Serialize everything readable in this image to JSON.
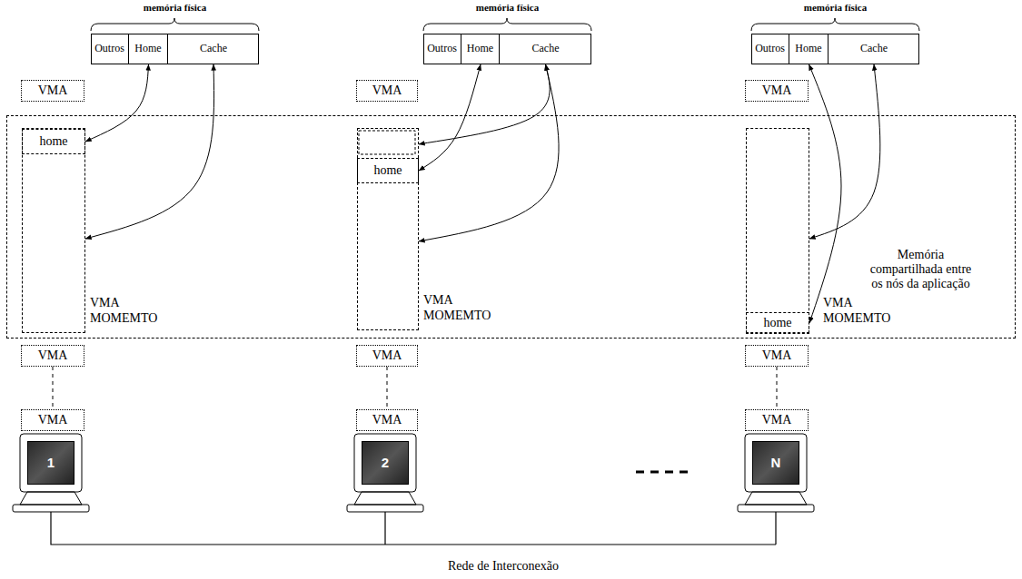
{
  "diagram": {
    "nodes": [
      {
        "text": [
          "memória física"
        ]
      },
      {
        "text": [
          "Outros"
        ],
        "in": 0
      },
      {
        "text": [
          "Home"
        ],
        "in": 0
      },
      {
        "text": [
          "Cache"
        ],
        "in": 0
      },
      {
        "text": [
          "memória física"
        ]
      },
      {
        "text": [
          "Outros"
        ],
        "in": 4
      },
      {
        "text": [
          "Home"
        ],
        "in": 4
      },
      {
        "text": [
          "Cache"
        ],
        "in": 4
      },
      {
        "text": [
          "memória física"
        ]
      },
      {
        "text": [
          "Outros"
        ],
        "in": 8
      },
      {
        "text": [
          "Home"
        ],
        "in": 8
      },
      {
        "text": [
          "Cache"
        ],
        "in": 8
      },
      {
        "text": [
          "VMA"
        ]
      },
      {
        "text": [
          "VMA"
        ]
      },
      {
        "text": [
          "VMA"
        ]
      },
      {
        "text": [
          "Memória compartilhada entre os nós da aplicação"
        ]
      },
      {
        "text": [
          "VMA MOMEMTO"
        ],
        "in": 15
      },
      {
        "text": [
          "home"
        ],
        "in": 16
      },
      {
        "text": [
          "VMA MOMEMTO"
        ],
        "in": 15
      },
      {
        "text": [
          "home"
        ],
        "in": 18
      },
      {
        "text": [
          "VMA MOMEMTO"
        ],
        "in": 15
      },
      {
        "text": [
          "home"
        ],
        "in": 20
      },
      {
        "text": [
          "VMA"
        ]
      },
      {
        "text": [
          "VMA"
        ]
      },
      {
        "text": [
          "VMA"
        ]
      },
      {
        "text": [
          "VMA"
        ]
      },
      {
        "text": [
          "VMA"
        ]
      },
      {
        "text": [
          "VMA"
        ]
      },
      {
        "text": [
          "1"
        ]
      },
      {
        "text": [
          "2"
        ]
      },
      {
        "text": [
          "N"
        ]
      }
    ],
    "edges": [
      {
        "from": 2,
        "to": 17,
        "arrow": "both"
      },
      {
        "from": 3,
        "to": 16,
        "arrow": "both"
      },
      {
        "from": 6,
        "to": 19,
        "arrow": "both"
      },
      {
        "from": 7,
        "to": 18,
        "arrow": "both"
      },
      {
        "from": 7,
        "to": 18,
        "arrow": "both"
      },
      {
        "from": 10,
        "to": 21,
        "arrow": "both"
      },
      {
        "from": 11,
        "to": 20,
        "arrow": "both"
      },
      {
        "from": 22,
        "to": 25,
        "arrow": "none"
      },
      {
        "from": 23,
        "to": 26,
        "arrow": "none"
      },
      {
        "from": 24,
        "to": 27,
        "arrow": "none"
      }
    ],
    "labels": [
      "Rede de Interconexão"
    ]
  }
}
